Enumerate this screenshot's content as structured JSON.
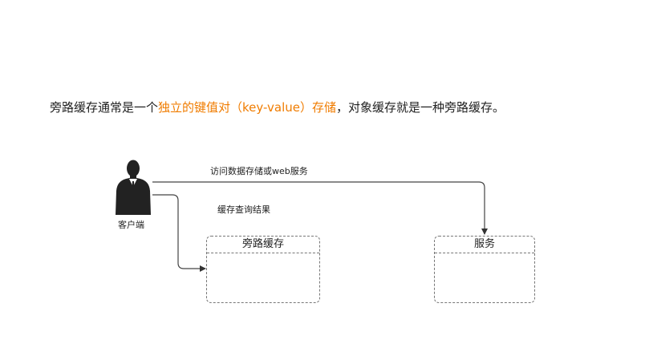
{
  "intro": {
    "part1": "旁路缓存通常是一个",
    "highlight": "独立的键值对（key-value）存储",
    "part2": "，对象缓存就是一种旁路缓存。",
    "highlight_color": "#f07c00"
  },
  "diagram": {
    "client": {
      "label": "客户端",
      "icon": "businessman-icon"
    },
    "edges": {
      "to_service_label": "访问数据存储或web服务",
      "to_cache_label": "缓存查询结果"
    },
    "cache_box": {
      "title": "旁路缓存"
    },
    "service_box": {
      "title": "服务"
    }
  }
}
